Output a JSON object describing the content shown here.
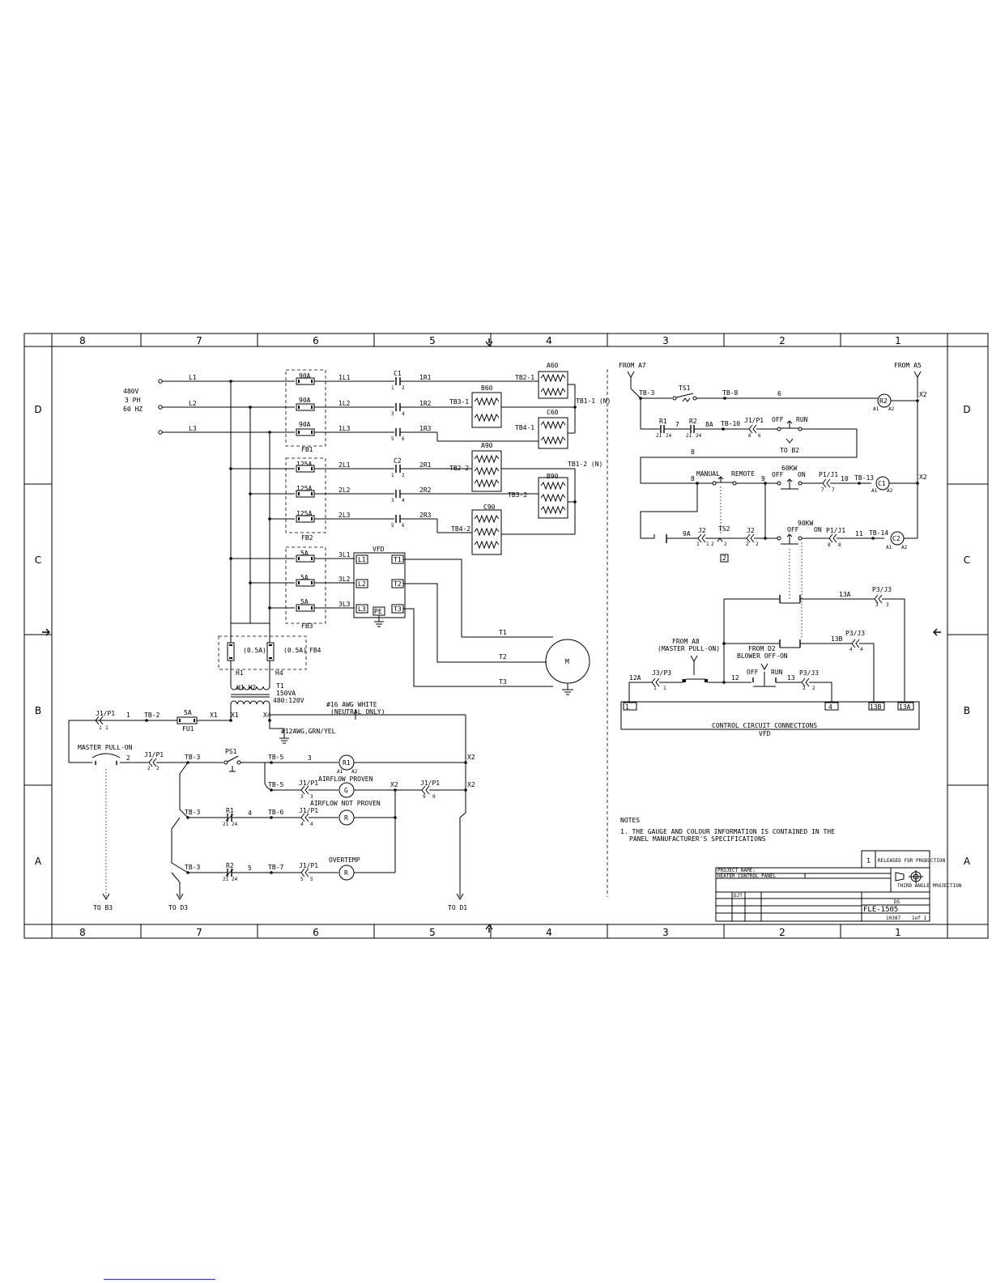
{
  "border": {
    "columns": [
      "8",
      "7",
      "6",
      "5",
      "4",
      "3",
      "2",
      "1"
    ],
    "rows": [
      "D",
      "C",
      "B",
      "A"
    ]
  },
  "supply": {
    "voltage": "480V",
    "phase": "3 PH",
    "freq": "60 HZ",
    "lines": [
      "L1",
      "L2",
      "L3"
    ]
  },
  "fuse_blocks": {
    "fb1": {
      "label": "FB1",
      "ratings": [
        "90A",
        "90A",
        "90A"
      ],
      "outs": [
        "1L1",
        "1L2",
        "1L3"
      ]
    },
    "fb2": {
      "label": "FB2",
      "ratings": [
        "125A",
        "125A",
        "125A"
      ],
      "outs": [
        "2L1",
        "2L2",
        "2L3"
      ]
    },
    "fb3": {
      "label": "FB3",
      "ratings": [
        "5A",
        "5A",
        "5A"
      ],
      "outs": [
        "3L1",
        "3L2",
        "3L3"
      ]
    },
    "fb4": {
      "label": "FB4",
      "ratings": [
        "(0.5A)",
        "(0.5A)"
      ]
    }
  },
  "contactors": {
    "c1": "C1",
    "c2": "C2",
    "pins_a": [
      "1",
      "2"
    ],
    "pins_b": [
      "3",
      "4"
    ],
    "pins_c": [
      "5",
      "6"
    ],
    "outs1": [
      "1R1",
      "1R2",
      "1R3"
    ],
    "outs2": [
      "2R1",
      "2R2",
      "2R3"
    ]
  },
  "terminals": {
    "tb2_1": "TB2-1",
    "tb3_1": "TB3-1",
    "tb4_1": "TB4-1",
    "tb1_1": "TB1-1 (N)",
    "tb2_2": "TB2-2",
    "tb3_2": "TB3-2",
    "tb4_2": "TB4-2",
    "tb1_2": "TB1-2 (N)"
  },
  "heaters": {
    "a60": "A60",
    "b60": "B60",
    "c60": "C60",
    "a90": "A90",
    "b90": "B90",
    "c90": "C90"
  },
  "vfd": {
    "title": "VFD",
    "inputs": [
      "L1",
      "L2",
      "L3"
    ],
    "outputs": [
      "T1",
      "T2",
      "T3"
    ],
    "pe": "PE",
    "motor_leads": [
      "T1",
      "T2",
      "T3"
    ],
    "motor": "M"
  },
  "transformer": {
    "h1": "H1",
    "h4": "H4",
    "h1h2": "H1 H2",
    "name": "T1",
    "va": "150VA",
    "ratio": "480:120V",
    "x1": "X1",
    "x4": "X4"
  },
  "control_left": {
    "j1p1": "J1/P1",
    "tb2": "TB-2",
    "fuse": "5A",
    "fu1": "FU1",
    "wire1": "1",
    "wire2": "2",
    "wire3": "3",
    "wire4": "4",
    "wire5": "5",
    "neutral": "#16 AWG WHITE",
    "neutral2": "(NEUTRAL ONLY)",
    "ground": "#12AWG,GRN/YEL",
    "pull_on": "MASTER PULL-ON",
    "ps1": "PS1",
    "tb3": "TB-3",
    "tb5": "TB-5",
    "tb6": "TB-6",
    "tb7": "TB-7",
    "r1": "R1",
    "r2": "R2",
    "x2": "X2",
    "airflow_proven": "AIRFLOW PROVEN",
    "airflow_not": "AIRFLOW NOT PROVEN",
    "overtemp": "OVERTEMP",
    "lamp_g": "G",
    "lamp_r": "R",
    "to_b3": "TO B3",
    "to_d3": "TO D3",
    "to_d1": "TO D1",
    "pin1": "1",
    "pin2": "2",
    "pin3": "3",
    "pin4": "4",
    "pin5": "5",
    "pin9": "9"
  },
  "control_right": {
    "from_a7": "FROM A7",
    "from_a5": "FROM A5",
    "tb3": "TB-3",
    "ts1": "TS1",
    "tb8": "TB-8",
    "w6": "6",
    "r2": "R2",
    "x2": "X2",
    "r1": "R1",
    "w7": "7",
    "w8a": "8A",
    "tb10": "TB-10",
    "j1p1": "J1/P1",
    "off": "OFF",
    "run": "RUN",
    "to_b2": "TO B2",
    "w8": "8",
    "manual": "MANUAL",
    "remote": "REMOTE",
    "kw60": "60KW",
    "on": "ON",
    "w9": "9",
    "p1j1": "P1/J1",
    "w10": "10",
    "tb13": "TB-13",
    "c1": "C1",
    "w9a": "9A",
    "j2": "J2",
    "ts2": "TS2",
    "kw90": "90KW",
    "w11": "11",
    "tb14": "TB-14",
    "c2": "C2",
    "note2": "2",
    "w13a": "13A",
    "p3j3": "P3/J3",
    "w13b": "13B",
    "from_a8": "FROM A8",
    "pull_on": "(MASTER PULL-ON)",
    "from_d2": "FROM D2",
    "blower": "BLOWER OFF-ON",
    "w12a": "12A",
    "j3p3": "J3/P3",
    "w12": "12",
    "w13": "13",
    "term1": "1",
    "term4": "4",
    "term13b": "13B",
    "term13a": "13A",
    "ccc": "CONTROL CIRCUIT CONNECTIONS",
    "vfd": "VFD",
    "pin21": "21",
    "pin24": "24",
    "pin6": "6",
    "pin7": "7",
    "pin8": "8",
    "pin3": "3",
    "pin4": "4",
    "pin1": "1",
    "pin2": "2",
    "a1": "A1",
    "a2": "A2"
  },
  "notes": {
    "heading": "NOTES",
    "line1": "1.  THE GAUGE AND COLOUR INFORMATION IS CONTAINED IN THE",
    "line2": "PANEL MANUFACTURER'S SPECIFICATIONS"
  },
  "title_block": {
    "rev": "1",
    "rev_desc": "RELEASED FOR PRODUCTION",
    "proj_name": "PROJECT NAME:",
    "title": "HEATER CONTROL PANEL",
    "projection": "THIRD ANGLE PROJECTION",
    "drawn": "DJT",
    "dwg_no": "FLE-1505",
    "size": "D5",
    "job": "10387",
    "sheet": "1of 1"
  }
}
